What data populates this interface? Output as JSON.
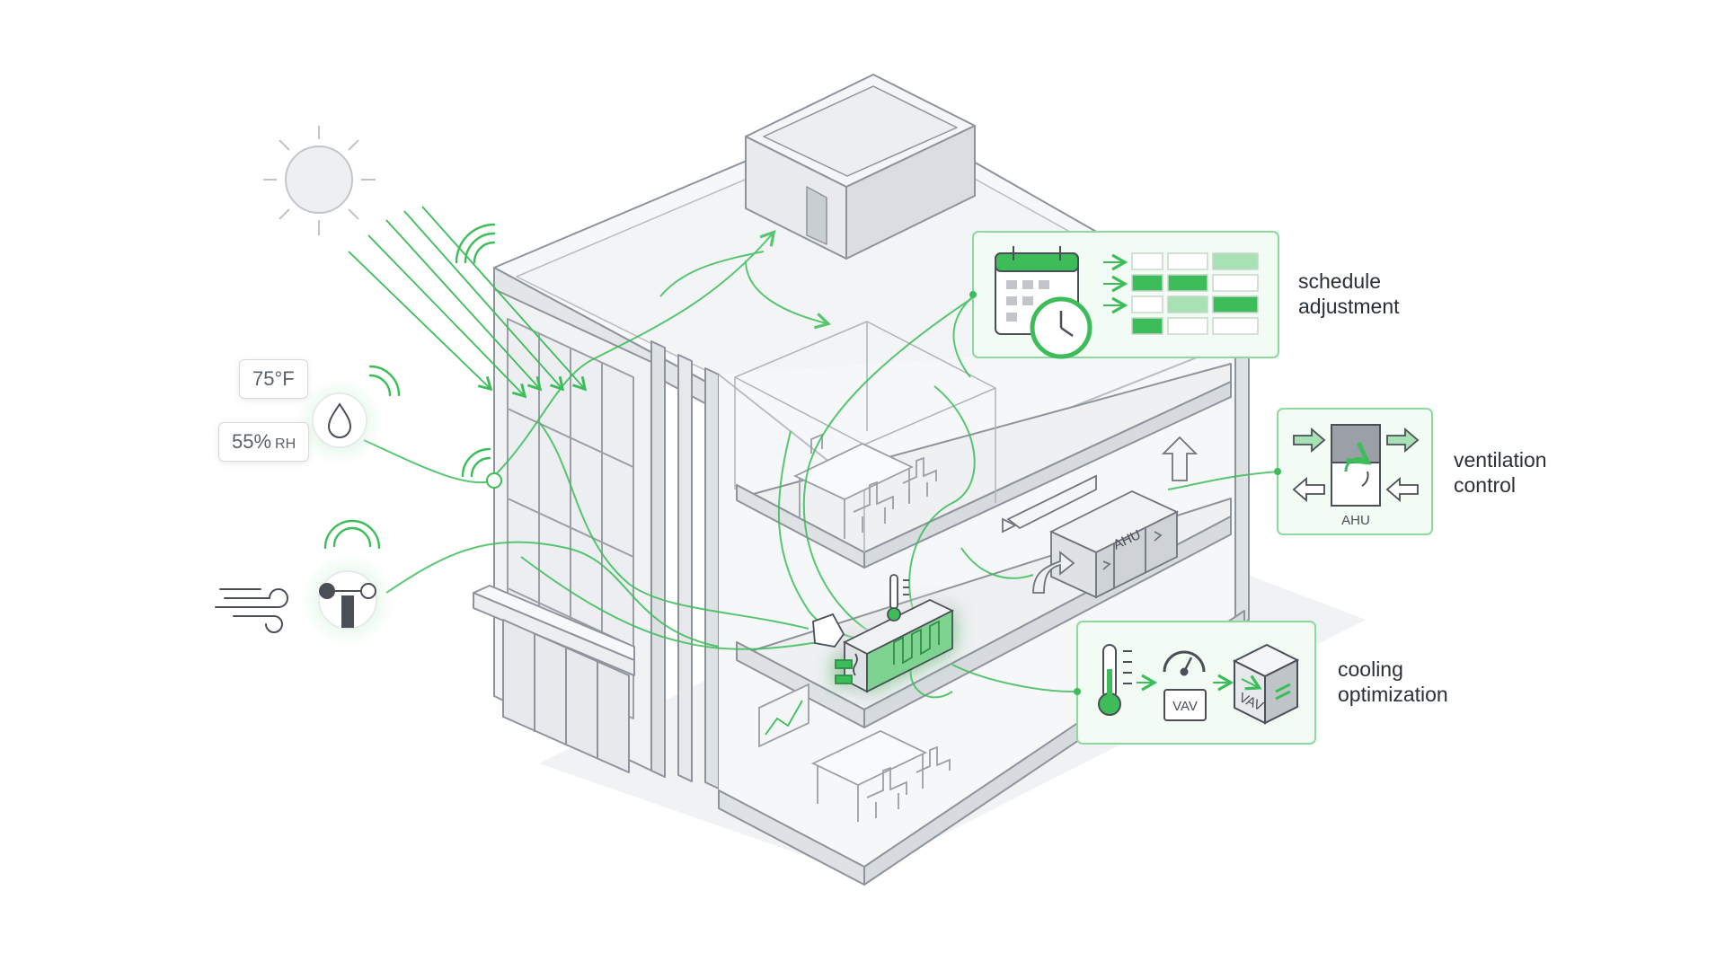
{
  "sensors": {
    "temperature": "75°F",
    "humidity_value": "55%",
    "humidity_unit": "RH"
  },
  "callouts": [
    {
      "id": "schedule",
      "line1": "schedule",
      "line2": "adjustment"
    },
    {
      "id": "ventilation",
      "line1": "ventilation",
      "line2": "control"
    },
    {
      "id": "cooling",
      "line1": "cooling",
      "line2": "optimization"
    }
  ],
  "equipment": {
    "ahu_box_label": "AHU",
    "ahu_unit_label": "AHU",
    "vav_label": "VAV",
    "vav_unit_label": "VAV"
  },
  "colors": {
    "accent": "#3dbd5a",
    "accent_light": "#a8e2b4",
    "panel_fill": "#f2fbf4",
    "line": "#8d949b",
    "wall": "#eef0f2"
  },
  "icons": [
    "sun-icon",
    "wifi-signal-icon",
    "humidity-drop-icon",
    "anemometer-icon",
    "wind-icon",
    "calendar-icon",
    "clock-icon",
    "thermometer-icon",
    "gauge-icon"
  ]
}
